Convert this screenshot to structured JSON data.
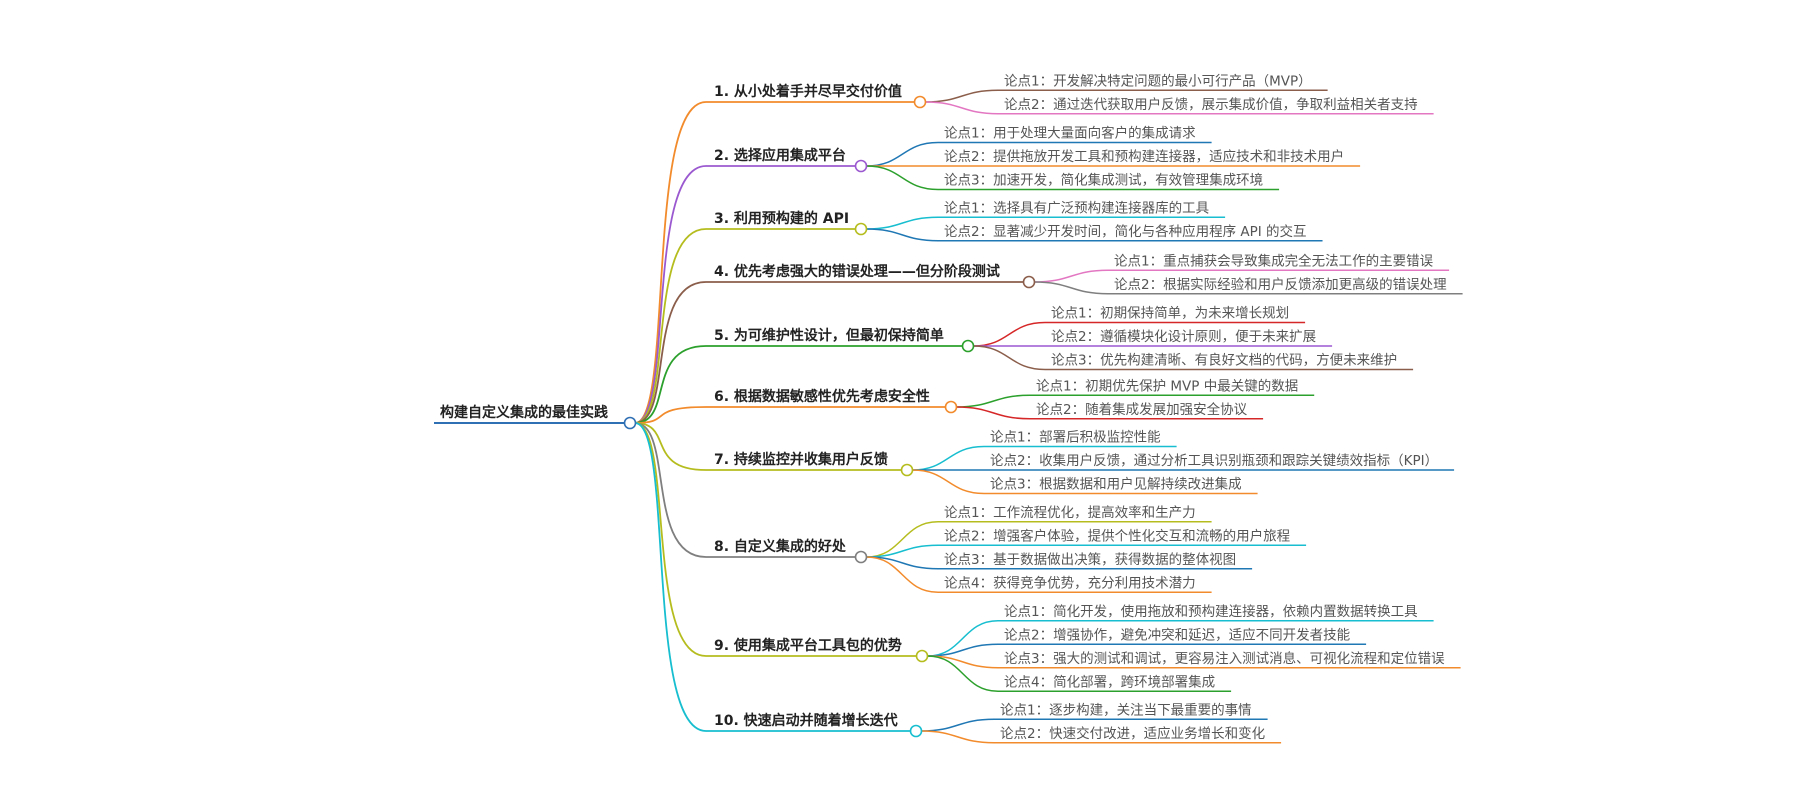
{
  "root": {
    "label": "构建自定义集成的最佳实践",
    "color": "#2f6fb3"
  },
  "branches": [
    {
      "label": "1. 从小处着手并尽早交付价值",
      "color": "#f28b2c",
      "leaves": [
        {
          "label": "论点1：开发解决特定问题的最小可行产品（MVP）",
          "color": "#8b5e4b"
        },
        {
          "label": "论点2：通过迭代获取用户反馈，展示集成价值，争取利益相关者支持",
          "color": "#e377c2"
        }
      ]
    },
    {
      "label": "2. 选择应用集成平台",
      "color": "#9b59d0",
      "leaves": [
        {
          "label": "论点1：用于处理大量面向客户的集成请求",
          "color": "#1f77b4"
        },
        {
          "label": "论点2：提供拖放开发工具和预构建连接器，适应技术和非技术用户",
          "color": "#f28b2c"
        },
        {
          "label": "论点3：加速开发，简化集成测试，有效管理集成环境",
          "color": "#2ca02c"
        }
      ]
    },
    {
      "label": "3. 利用预构建的 API",
      "color": "#b5bd1e",
      "leaves": [
        {
          "label": "论点1：选择具有广泛预构建连接器库的工具",
          "color": "#17becf"
        },
        {
          "label": "论点2：显著减少开发时间，简化与各种应用程序 API 的交互",
          "color": "#1f77b4"
        }
      ]
    },
    {
      "label": "4. 优先考虑强大的错误处理——但分阶段测试",
      "color": "#8b5e4b",
      "leaves": [
        {
          "label": "论点1：重点捕获会导致集成完全无法工作的主要错误",
          "color": "#e377c2"
        },
        {
          "label": "论点2：根据实际经验和用户反馈添加更高级的错误处理",
          "color": "#7f7f7f"
        }
      ]
    },
    {
      "label": "5. 为可维护性设计，但最初保持简单",
      "color": "#2ca02c",
      "leaves": [
        {
          "label": "论点1：初期保持简单，为未来增长规划",
          "color": "#d62728"
        },
        {
          "label": "论点2：遵循模块化设计原则，便于未来扩展",
          "color": "#9b59d0"
        },
        {
          "label": "论点3：优先构建清晰、有良好文档的代码，方便未来维护",
          "color": "#8b5e4b"
        }
      ]
    },
    {
      "label": "6. 根据数据敏感性优先考虑安全性",
      "color": "#f28b2c",
      "leaves": [
        {
          "label": "论点1：初期优先保护 MVP 中最关键的数据",
          "color": "#2ca02c"
        },
        {
          "label": "论点2：随着集成发展加强安全协议",
          "color": "#d62728"
        }
      ]
    },
    {
      "label": "7. 持续监控并收集用户反馈",
      "color": "#b5bd1e",
      "leaves": [
        {
          "label": "论点1：部署后积极监控性能",
          "color": "#17becf"
        },
        {
          "label": "论点2：收集用户反馈，通过分析工具识别瓶颈和跟踪关键绩效指标（KPI）",
          "color": "#1f77b4"
        },
        {
          "label": "论点3：根据数据和用户见解持续改进集成",
          "color": "#f28b2c"
        }
      ]
    },
    {
      "label": "8. 自定义集成的好处",
      "color": "#7f7f7f",
      "leaves": [
        {
          "label": "论点1：工作流程优化，提高效率和生产力",
          "color": "#b5bd1e"
        },
        {
          "label": "论点2：增强客户体验，提供个性化交互和流畅的用户旅程",
          "color": "#17becf"
        },
        {
          "label": "论点3：基于数据做出决策，获得数据的整体视图",
          "color": "#1f77b4"
        },
        {
          "label": "论点4：获得竞争优势，充分利用技术潜力",
          "color": "#f28b2c"
        }
      ]
    },
    {
      "label": "9. 使用集成平台工具包的优势",
      "color": "#b5bd1e",
      "leaves": [
        {
          "label": "论点1：简化开发，使用拖放和预构建连接器，依赖内置数据转换工具",
          "color": "#17becf"
        },
        {
          "label": "论点2：增强协作，避免冲突和延迟，适应不同开发者技能",
          "color": "#1f77b4"
        },
        {
          "label": "论点3：强大的测试和调试，更容易注入测试消息、可视化流程和定位错误",
          "color": "#f28b2c"
        },
        {
          "label": "论点4：简化部署，跨环境部署集成",
          "color": "#2ca02c"
        }
      ]
    },
    {
      "label": "10. 快速启动并随着增长迭代",
      "color": "#17becf",
      "leaves": [
        {
          "label": "论点1：逐步构建，关注当下最重要的事情",
          "color": "#1f77b4"
        },
        {
          "label": "论点2：快速交付改进，适应业务增长和变化",
          "color": "#f28b2c"
        }
      ]
    }
  ]
}
